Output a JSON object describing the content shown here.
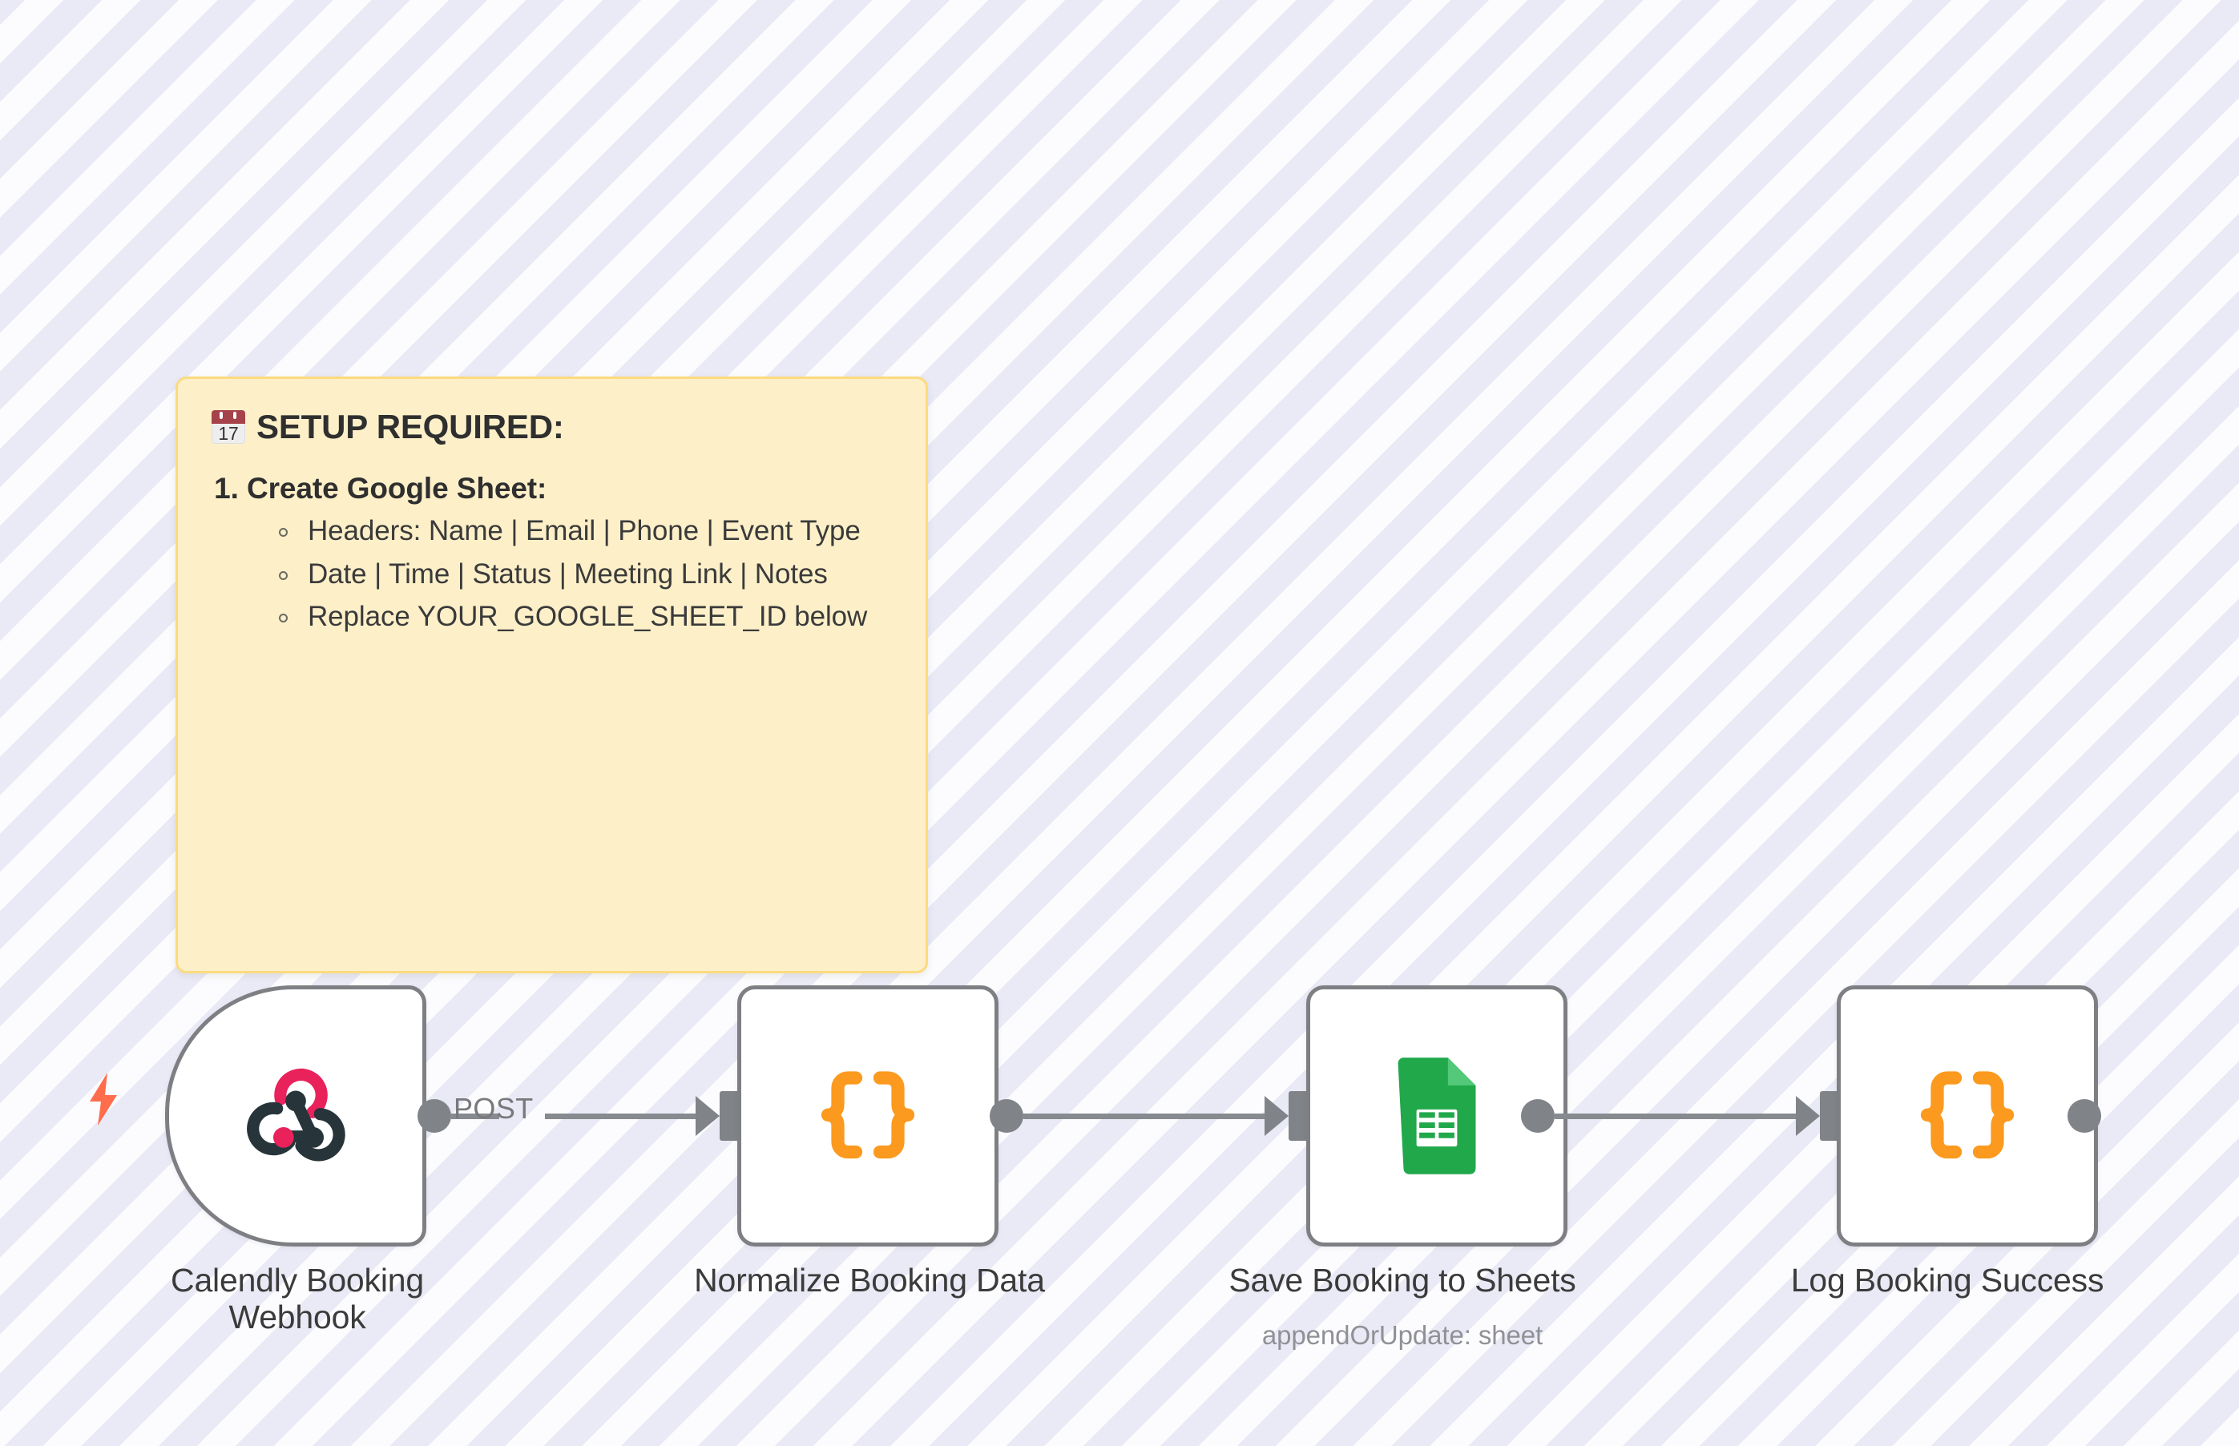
{
  "canvas": {
    "background_base": "#fbfbfe",
    "background_stripe": "#eaeaf6"
  },
  "sticky_note": {
    "emoji_name": "calendar-emoji",
    "emoji_day": "17",
    "title": "SETUP REQUIRED:",
    "background": "#fdf0c9",
    "border_color": "#fcda7f",
    "steps": [
      {
        "number": "1.",
        "heading": "Create Google Sheet:",
        "bullets": [
          "Headers: Name | Email | Phone | Event Type",
          "Date | Time | Status | Meeting Link | Notes",
          "Replace YOUR_GOOGLE_SHEET_ID below"
        ]
      }
    ]
  },
  "workflow": {
    "nodes": [
      {
        "id": "calendly-booking-webhook",
        "label": "Calendly Booking\nWebhook",
        "sublabel": "",
        "icon": "webhook-icon",
        "type": "trigger",
        "icon_colors": {
          "primary": "#e9225c",
          "secondary": "#27343a"
        }
      },
      {
        "id": "normalize-booking-data",
        "label": "Normalize Booking Data",
        "sublabel": "",
        "icon": "code-braces-icon",
        "type": "action",
        "icon_colors": {
          "primary": "#fb9a1e",
          "secondary": "#fb9a1e"
        }
      },
      {
        "id": "save-booking-to-sheets",
        "label": "Save Booking to Sheets",
        "sublabel": "appendOrUpdate: sheet",
        "icon": "google-sheets-icon",
        "type": "action",
        "icon_colors": {
          "primary": "#21a84a",
          "secondary": "#ffffff"
        }
      },
      {
        "id": "log-booking-success",
        "label": "Log Booking Success",
        "sublabel": "",
        "icon": "code-braces-icon",
        "type": "action",
        "icon_colors": {
          "primary": "#fb9a1e",
          "secondary": "#fb9a1e"
        }
      }
    ],
    "connections": [
      {
        "from": "calendly-booking-webhook",
        "to": "normalize-booking-data",
        "label": "POST"
      },
      {
        "from": "normalize-booking-data",
        "to": "save-booking-to-sheets",
        "label": ""
      },
      {
        "from": "save-booking-to-sheets",
        "to": "log-booking-success",
        "label": ""
      }
    ],
    "trigger_indicator": {
      "icon": "lightning-bolt-icon",
      "color": "#ff6d4d"
    },
    "connector_color": "#808387",
    "node_border_color": "#7d7f83"
  }
}
